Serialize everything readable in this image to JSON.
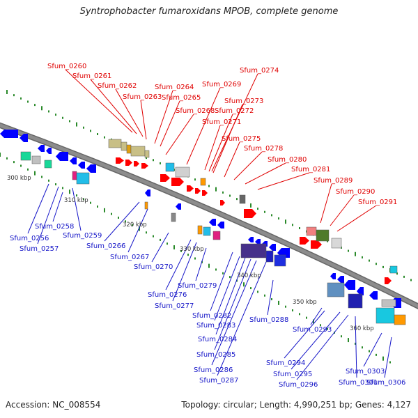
{
  "title": "Syntrophobacter fumaroxidans MPOB, complete genome",
  "footer": {
    "accession": "Accession: NC_008554",
    "summary": "Topology: circular; Length: 4,990,251 bp; Genes: 4,127"
  },
  "colors": {
    "backbone": "#8c8c8c",
    "forward_label": "#e00000",
    "reverse_label": "#1515c8",
    "gene_forward": "#ff0000",
    "gene_reverse": "#0000ff"
  },
  "ticks": [
    "300 kbp",
    "310 kbp",
    "320 kbp",
    "330 kbp",
    "340 kbp",
    "350 kbp",
    "360 kbp"
  ],
  "labels_forward": [
    "Sfum_0260",
    "Sfum_0261",
    "Sfum_0262",
    "Sfum_0263",
    "Sfum_0264",
    "Sfum_0265",
    "Sfum_0268",
    "Sfum_0269",
    "Sfum_0271",
    "Sfum_0272",
    "Sfum_0273",
    "Sfum_0274",
    "Sfum_0275",
    "Sfum_0278",
    "Sfum_0280",
    "Sfum_0281",
    "Sfum_0289",
    "Sfum_0290",
    "Sfum_0291"
  ],
  "labels_reverse": [
    "Sfum_0256",
    "Sfum_0257",
    "Sfum_0258",
    "Sfum_0259",
    "Sfum_0266",
    "Sfum_0267",
    "Sfum_0270",
    "Sfum_0276",
    "Sfum_0277",
    "Sfum_0279",
    "Sfum_0282",
    "Sfum_0283",
    "Sfum_0284",
    "Sfum_0285",
    "Sfum_0286",
    "Sfum_0287",
    "Sfum_0288",
    "Sfum_0293",
    "Sfum_0294",
    "Sfum_0295",
    "Sfum_0296",
    "Sfum_0301",
    "Sfum_0303",
    "Sfum_0306"
  ]
}
